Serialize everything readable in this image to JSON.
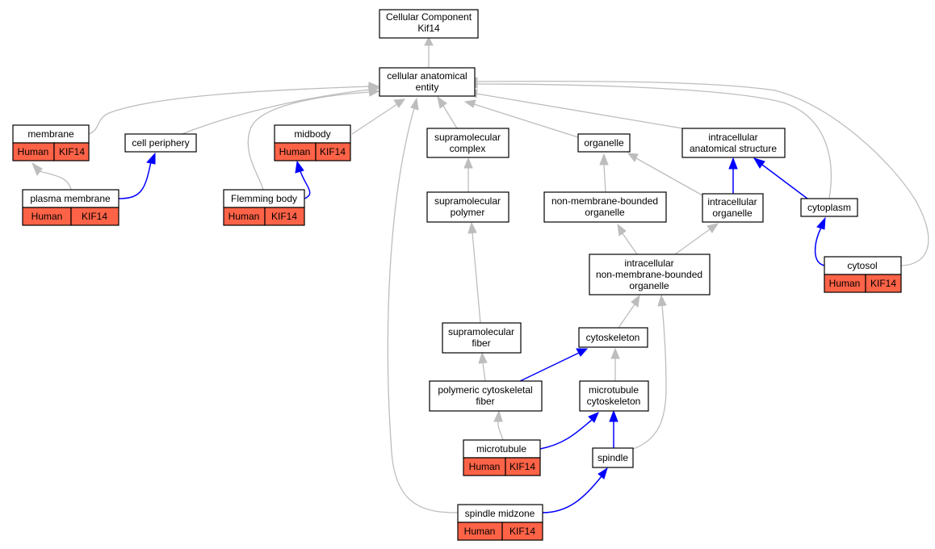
{
  "colors": {
    "is_a_edge": "#bdbdbd",
    "part_of_edge": "#0000ff",
    "annotation_fill": "#ff6347",
    "node_fill": "#ffffff"
  },
  "nodes": {
    "root": [
      "Cellular Component",
      "Kif14"
    ],
    "cae": [
      "cellular anatomical",
      "entity"
    ],
    "membrane": [
      "membrane"
    ],
    "cell_periphery": [
      "cell periphery"
    ],
    "midbody": [
      "midbody"
    ],
    "supramolecular_complex": [
      "supramolecular",
      "complex"
    ],
    "organelle": [
      "organelle"
    ],
    "intracellular_anatomical_structure": [
      "intracellular",
      "anatomical structure"
    ],
    "plasma_membrane": [
      "plasma membrane"
    ],
    "flemming_body": [
      "Flemming body"
    ],
    "supramolecular_polymer": [
      "supramolecular",
      "polymer"
    ],
    "nmb_organelle": [
      "non-membrane-bounded",
      "organelle"
    ],
    "intracellular_organelle": [
      "intracellular",
      "organelle"
    ],
    "cytoplasm": [
      "cytoplasm"
    ],
    "cytosol": [
      "cytosol"
    ],
    "inmb_organelle": [
      "intracellular",
      "non-membrane-bounded",
      "organelle"
    ],
    "supramolecular_fiber": [
      "supramolecular",
      "fiber"
    ],
    "cytoskeleton": [
      "cytoskeleton"
    ],
    "polymeric_cytoskeletal_fiber": [
      "polymeric cytoskeletal",
      "fiber"
    ],
    "microtubule_cytoskeleton": [
      "microtubule",
      "cytoskeleton"
    ],
    "microtubule": [
      "microtubule"
    ],
    "spindle": [
      "spindle"
    ],
    "spindle_midzone": [
      "spindle midzone"
    ]
  },
  "annotation": {
    "species": "Human",
    "gene": "KIF14"
  }
}
